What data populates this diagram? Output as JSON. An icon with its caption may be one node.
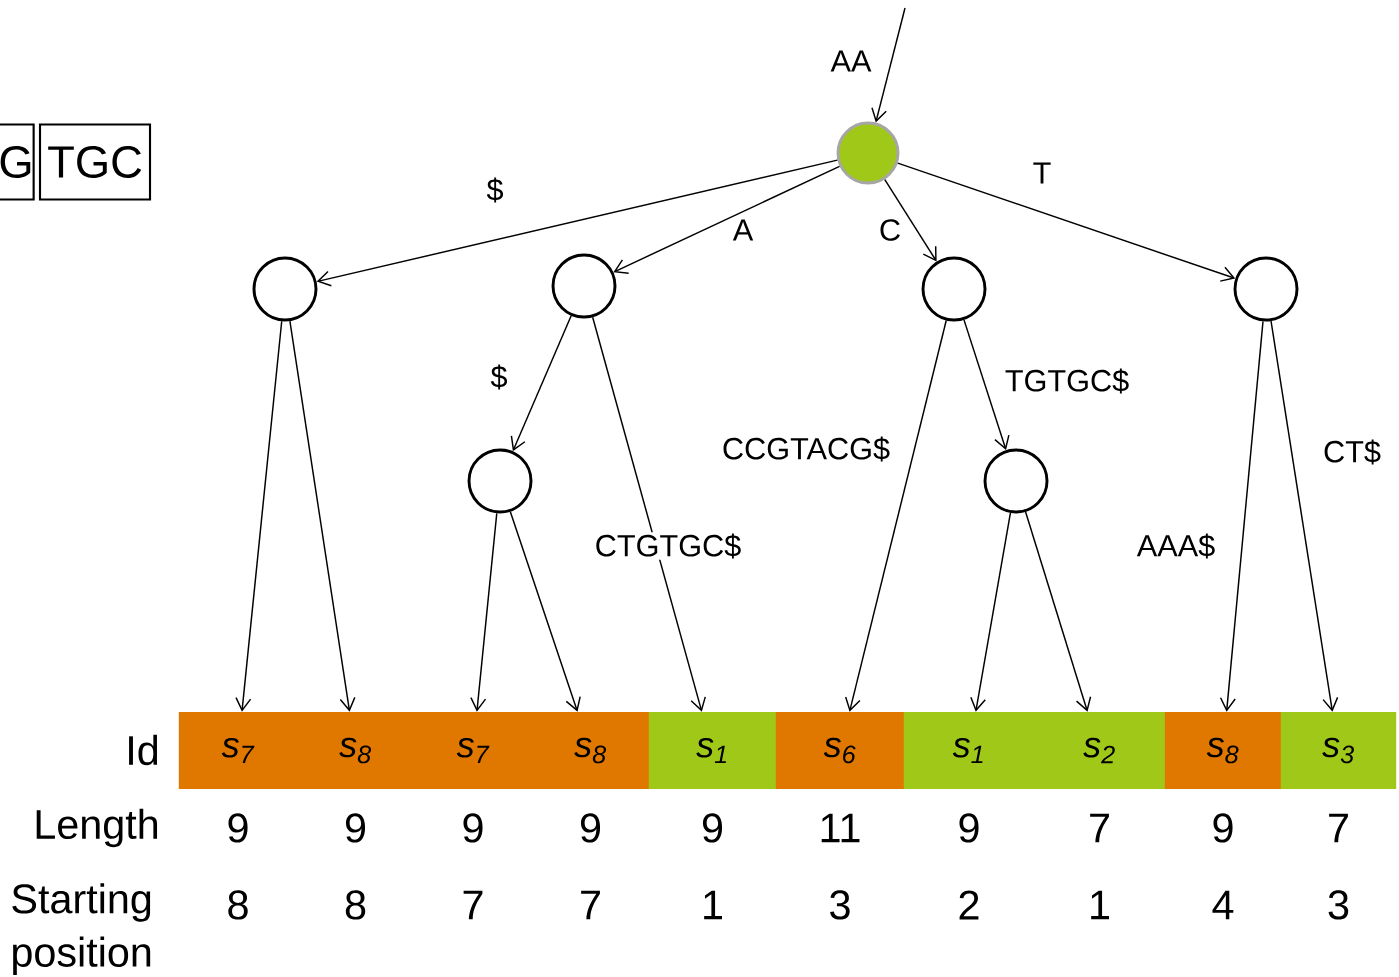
{
  "diagram": {
    "nodes": [
      {
        "text": [
          "G"
        ]
      },
      {
        "text": [
          "TGC"
        ]
      },
      {
        "text": [],
        "shape": "circle"
      },
      {
        "text": [],
        "shape": "circle"
      },
      {
        "text": [],
        "shape": "circle"
      },
      {
        "text": [],
        "shape": "circle"
      },
      {
        "text": [],
        "shape": "circle"
      },
      {
        "text": [],
        "shape": "circle"
      },
      {
        "text": [],
        "shape": "circle"
      },
      {
        "text": [
          "s$_{7}$"
        ]
      },
      {
        "text": [
          "s$_{8}$"
        ]
      },
      {
        "text": [
          "s$_{7}$"
        ]
      },
      {
        "text": [
          "s$_{8}$"
        ]
      },
      {
        "text": [
          "s$_{1}$"
        ]
      },
      {
        "text": [
          "s$_{6}$"
        ]
      },
      {
        "text": [
          "s$_{1}$"
        ]
      },
      {
        "text": [
          "s$_{2}$"
        ]
      },
      {
        "text": [
          "s$_{8}$"
        ]
      },
      {
        "text": [
          "s$_{3}$"
        ]
      }
    ],
    "edges": [
      {
        "from": null,
        "to": 2,
        "arrow": "to",
        "label": "AA"
      },
      {
        "from": 2,
        "to": 3,
        "arrow": "to",
        "label": "$"
      },
      {
        "from": 2,
        "to": 4,
        "arrow": "to",
        "label": "A"
      },
      {
        "from": 2,
        "to": 5,
        "arrow": "to",
        "label": "C"
      },
      {
        "from": 2,
        "to": 6,
        "arrow": "to",
        "label": "T"
      },
      {
        "from": 3,
        "to": 9,
        "arrow": "to"
      },
      {
        "from": 3,
        "to": 10,
        "arrow": "to"
      },
      {
        "from": 4,
        "to": 7,
        "arrow": "to",
        "label": "$"
      },
      {
        "from": 4,
        "to": 13,
        "arrow": "to",
        "label": "CTGTGC$"
      },
      {
        "from": 7,
        "to": 11,
        "arrow": "to"
      },
      {
        "from": 7,
        "to": 12,
        "arrow": "to"
      },
      {
        "from": 5,
        "to": 14,
        "arrow": "to",
        "label": "CCGTACG$"
      },
      {
        "from": 5,
        "to": 8,
        "arrow": "to",
        "label": "TGTGC$"
      },
      {
        "from": 8,
        "to": 15,
        "arrow": "to"
      },
      {
        "from": 8,
        "to": 16,
        "arrow": "to"
      },
      {
        "from": 6,
        "to": 17,
        "arrow": "to",
        "label": "AAA$"
      },
      {
        "from": 6,
        "to": 18,
        "arrow": "to",
        "label": "CT$"
      }
    ],
    "labels": [
      "Id",
      "Length",
      "9",
      "9",
      "9",
      "9",
      "9",
      "11",
      "9",
      "7",
      "9",
      "7",
      "Starting position",
      "8",
      "8",
      "7",
      "7",
      "1",
      "3",
      "2",
      "1",
      "4",
      "3"
    ]
  }
}
